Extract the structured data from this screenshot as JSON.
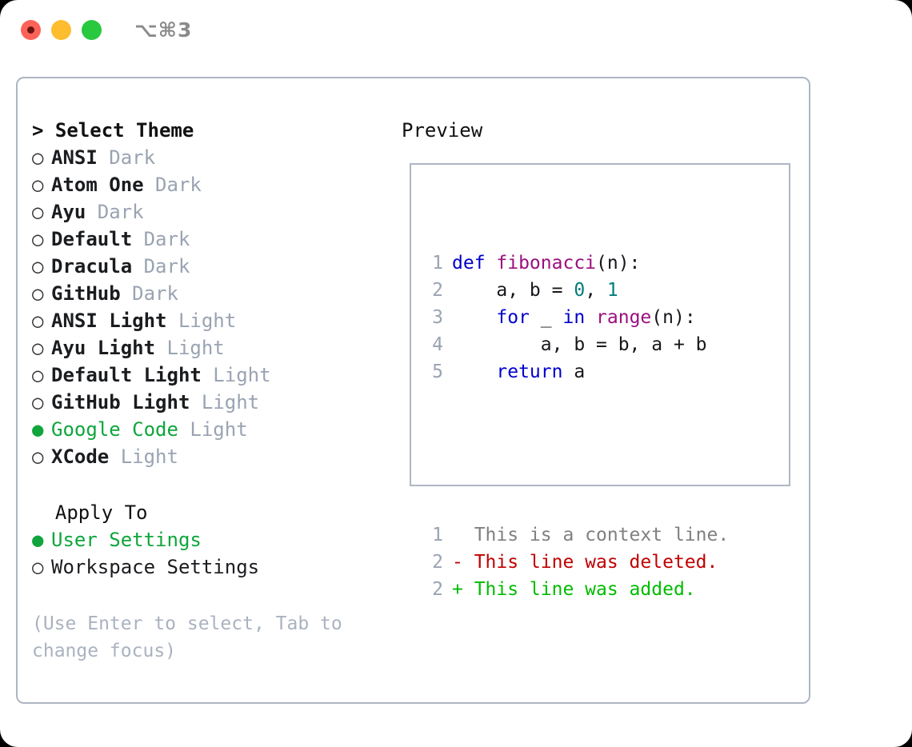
{
  "window": {
    "shortcut_label": "⌥⌘3",
    "traffic_lights": [
      {
        "name": "close",
        "color": "#fd6259"
      },
      {
        "name": "minimize",
        "color": "#fdbd2e"
      },
      {
        "name": "zoom",
        "color": "#28c83f"
      }
    ]
  },
  "theme_section": {
    "header": "> Select Theme",
    "focused": true,
    "options": [
      {
        "marker": "○",
        "name": "ANSI",
        "tag": "Dark",
        "selected": false
      },
      {
        "marker": "○",
        "name": "Atom One",
        "tag": "Dark",
        "selected": false
      },
      {
        "marker": "○",
        "name": "Ayu",
        "tag": "Dark",
        "selected": false
      },
      {
        "marker": "○",
        "name": "Default",
        "tag": "Dark",
        "selected": false
      },
      {
        "marker": "○",
        "name": "Dracula",
        "tag": "Dark",
        "selected": false
      },
      {
        "marker": "○",
        "name": "GitHub",
        "tag": "Dark",
        "selected": false
      },
      {
        "marker": "○",
        "name": "ANSI Light",
        "tag": "Light",
        "selected": false
      },
      {
        "marker": "○",
        "name": "Ayu Light",
        "tag": "Light",
        "selected": false
      },
      {
        "marker": "○",
        "name": "Default Light",
        "tag": "Light",
        "selected": false
      },
      {
        "marker": "○",
        "name": "GitHub Light",
        "tag": "Light",
        "selected": false
      },
      {
        "marker": "●",
        "name": "Google Code",
        "tag": "Light",
        "selected": true
      },
      {
        "marker": "○",
        "name": "XCode",
        "tag": "Light",
        "selected": false
      }
    ]
  },
  "apply_section": {
    "header": "  Apply To",
    "focused": false,
    "options": [
      {
        "marker": "●",
        "name": "User Settings",
        "tag": "",
        "selected": true
      },
      {
        "marker": "○",
        "name": "Workspace Settings",
        "tag": "",
        "selected": false
      }
    ]
  },
  "hint": "(Use Enter to select, Tab to change focus)",
  "preview": {
    "title": "Preview",
    "code_lines": [
      {
        "num": "1",
        "tokens": [
          {
            "t": "def ",
            "c": "kw"
          },
          {
            "t": "fibonacci",
            "c": "fn"
          },
          {
            "t": "(n):",
            "c": "pl"
          }
        ]
      },
      {
        "num": "2",
        "tokens": [
          {
            "t": "    a, b = ",
            "c": "pl"
          },
          {
            "t": "0",
            "c": "num"
          },
          {
            "t": ", ",
            "c": "pl"
          },
          {
            "t": "1",
            "c": "num"
          }
        ]
      },
      {
        "num": "3",
        "tokens": [
          {
            "t": "    ",
            "c": "pl"
          },
          {
            "t": "for",
            "c": "kw"
          },
          {
            "t": " _ ",
            "c": "pl"
          },
          {
            "t": "in",
            "c": "kw"
          },
          {
            "t": " ",
            "c": "pl"
          },
          {
            "t": "range",
            "c": "fn"
          },
          {
            "t": "(n):",
            "c": "pl"
          }
        ]
      },
      {
        "num": "4",
        "tokens": [
          {
            "t": "        a, b = b, a + b",
            "c": "pl"
          }
        ]
      },
      {
        "num": "5",
        "tokens": [
          {
            "t": "    ",
            "c": "pl"
          },
          {
            "t": "return",
            "c": "kw"
          },
          {
            "t": " a",
            "c": "pl"
          }
        ]
      }
    ],
    "diff_lines": [
      {
        "num": "1",
        "tokens": [
          {
            "t": "  This is a context line.",
            "c": "ctx"
          }
        ]
      },
      {
        "num": "2",
        "tokens": [
          {
            "t": "- This line was deleted.",
            "c": "del"
          }
        ]
      },
      {
        "num": "2",
        "tokens": [
          {
            "t": "+ This line was added.",
            "c": "add"
          }
        ]
      }
    ]
  },
  "colors": {
    "accent_green": "#0fa53c",
    "muted": "#9aa3b2",
    "border": "#aeb6c4",
    "keyword": "#0000cc",
    "function": "#9b0f7f",
    "number": "#017c7c",
    "diff_add": "#00bb00",
    "diff_del": "#c00000",
    "diff_ctx": "#808080"
  }
}
